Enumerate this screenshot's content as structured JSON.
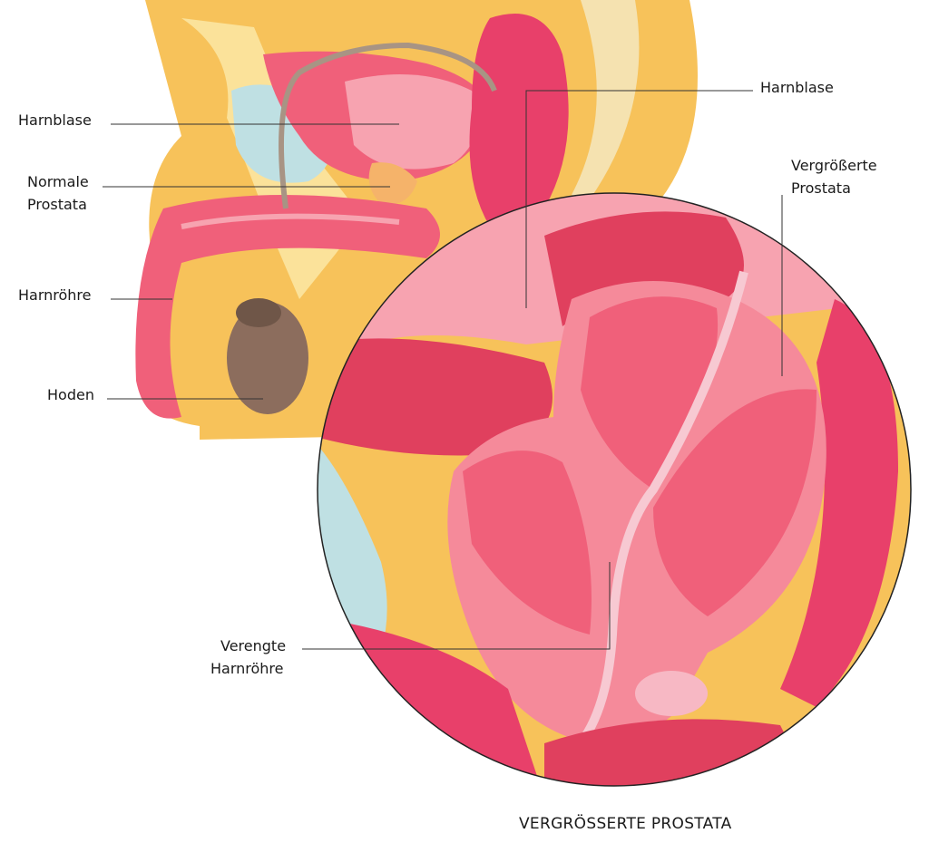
{
  "title": "VERGRÖSSERTE PROSTATA",
  "labels": {
    "harnblase_left": "Harnblase",
    "normale_prostata": [
      "Normale",
      "Prostata"
    ],
    "harnroehre": "Harnröhre",
    "hoden": "Hoden",
    "harnblase_right": "Harnblase",
    "vergroesserte_prostata": [
      "Vergrößerte",
      "Prostata"
    ],
    "verengte_harnroehre": [
      "Verengte",
      "Harnröhre"
    ]
  },
  "colors": {
    "tissue_pink": "#f0607a",
    "tissue_light": "#f7a3b0",
    "fat_yellow": "#f7c25a",
    "fat_light": "#fbe29a",
    "muscle_blue": "#bfe0e3",
    "testis_brown": "#8c6d5d",
    "line": "#333333"
  }
}
